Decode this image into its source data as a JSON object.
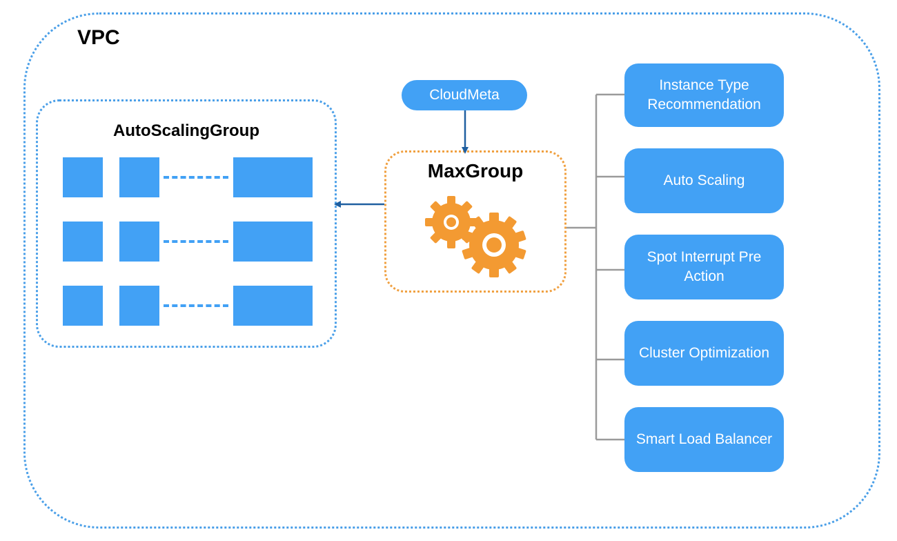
{
  "vpc": {
    "label": "VPC"
  },
  "auto_scaling_group": {
    "label": "AutoScalingGroup",
    "rows": 3
  },
  "cloudmeta": {
    "label": "CloudMeta"
  },
  "maxgroup": {
    "label": "MaxGroup",
    "icon": "gears-icon"
  },
  "features": [
    {
      "label": "Instance Type Recommendation"
    },
    {
      "label": "Auto Scaling"
    },
    {
      "label": "Spot Interrupt Pre Action"
    },
    {
      "label": "Cluster Optimization"
    },
    {
      "label": "Smart Load Balancer"
    }
  ],
  "colors": {
    "blue": "#42a1f5",
    "dotted_blue": "#4a9fe8",
    "orange": "#f39a32",
    "arrow": "#1f5fa0",
    "connector": "#9a9a9a"
  }
}
